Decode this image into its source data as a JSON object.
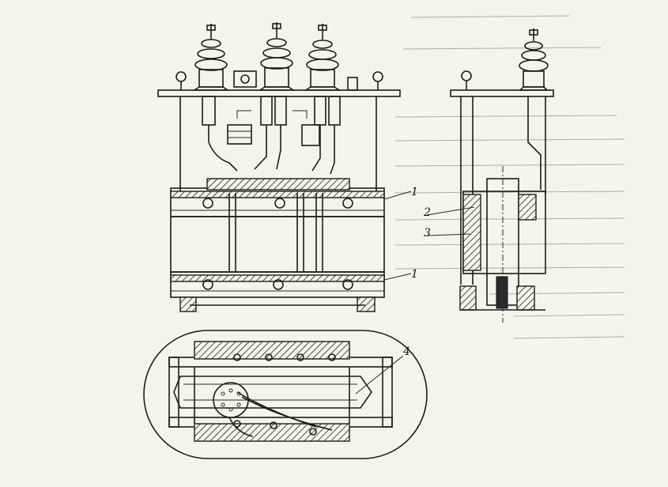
{
  "callouts": [
    {
      "id": "callout-1-upper",
      "text": "1"
    },
    {
      "id": "callout-2",
      "text": "2"
    },
    {
      "id": "callout-3",
      "text": "3"
    },
    {
      "id": "callout-1-lower",
      "text": "1"
    },
    {
      "id": "callout-4",
      "text": "4"
    }
  ]
}
